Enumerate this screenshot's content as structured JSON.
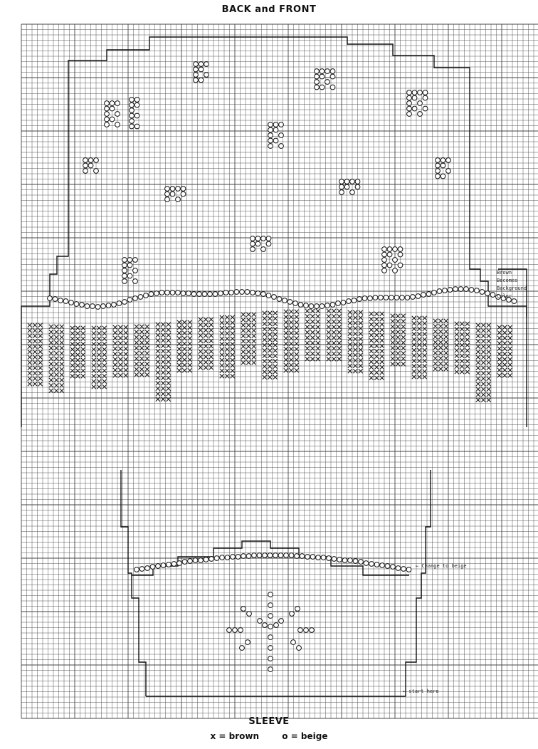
{
  "title_top": "BACK and FRONT",
  "title_bottom": "SLEEVE",
  "legend": {
    "brown": "x = brown",
    "beige": "o = beige"
  },
  "notes": {
    "brown_note": [
      "Brown",
      "Becomes",
      "Background",
      "Color"
    ],
    "change_note": "← Change to beige",
    "start_note": "← start here"
  },
  "symbols": {
    "brown": "x",
    "beige": "o"
  },
  "colors": {
    "ink": "#111111",
    "grid": "#444444",
    "brown_fill": "#777777"
  }
}
